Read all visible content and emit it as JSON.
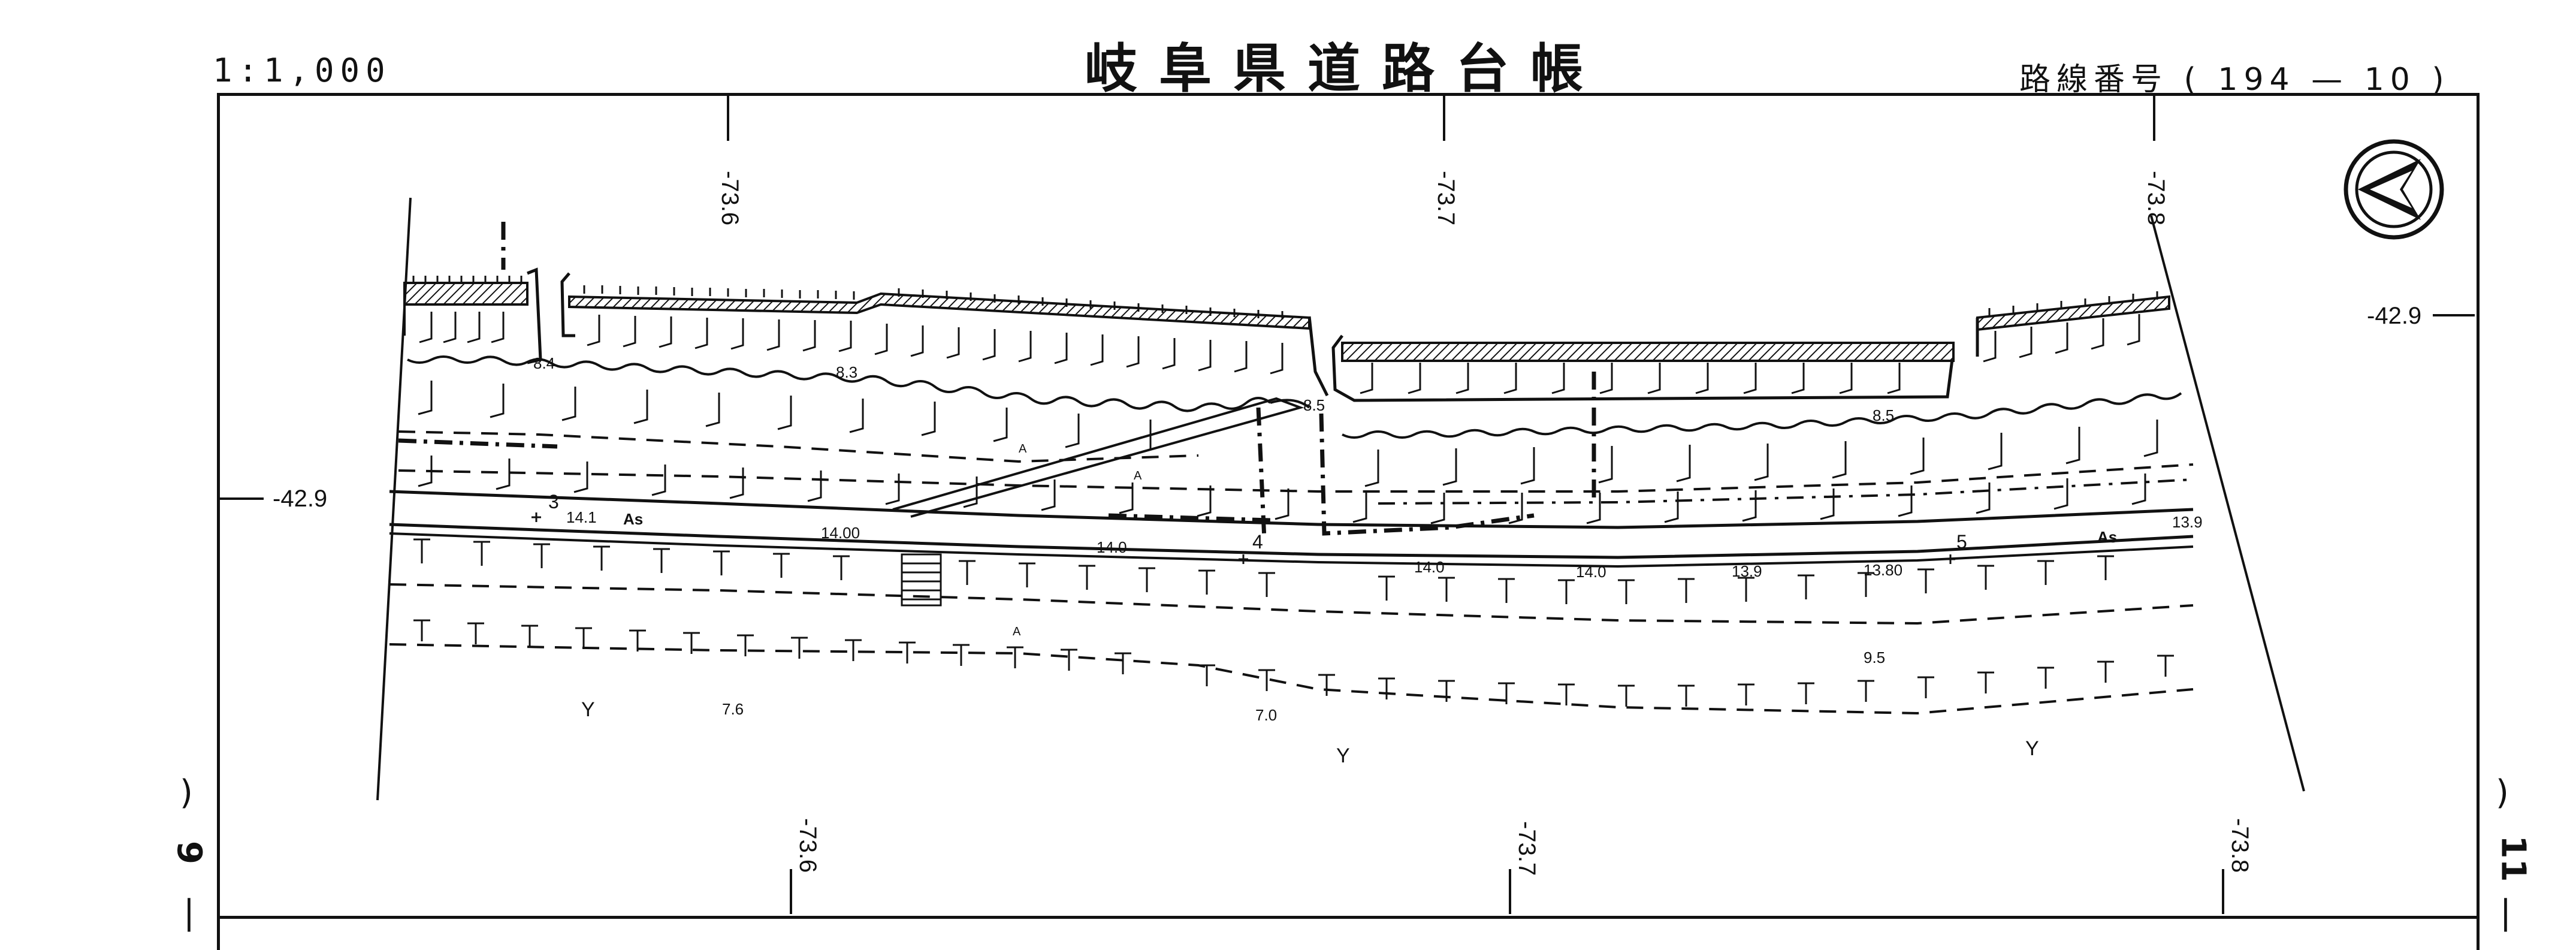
{
  "header": {
    "scale": "1:1,000",
    "title": "岐阜県道路台帳",
    "route_prefix": "路線番号",
    "route_open": "(",
    "route_number": "194",
    "route_dash": "—",
    "route_sheet": "10",
    "route_close": ")"
  },
  "gridlines": {
    "top": [
      "-73.6",
      "-73.7",
      "-73.8"
    ],
    "bottom": [
      "-73.6",
      "-73.7",
      "-73.8"
    ],
    "left": "-42.9",
    "right": "-42.9"
  },
  "side_markers": {
    "left_paren": ")",
    "left_number": "9",
    "left_bar": "|",
    "right_paren": ")",
    "right_number": "11",
    "right_bar": "|"
  },
  "map": {
    "north_arrow": "north-arrow-icon",
    "elevations": [
      "8.4",
      "8.3",
      "8.5",
      "8.5",
      "14.1",
      "14.00",
      "14.0",
      "14.0",
      "14.0",
      "13.9",
      "13.80",
      "13.9",
      "7.6",
      "7.0",
      "9.5"
    ],
    "surface_labels": [
      "As",
      "As"
    ],
    "stations": [
      "3",
      "4",
      "5"
    ],
    "slope_marks": [
      "A",
      "A",
      "A"
    ],
    "symbols": [
      "Y",
      "Y",
      "Y"
    ]
  }
}
